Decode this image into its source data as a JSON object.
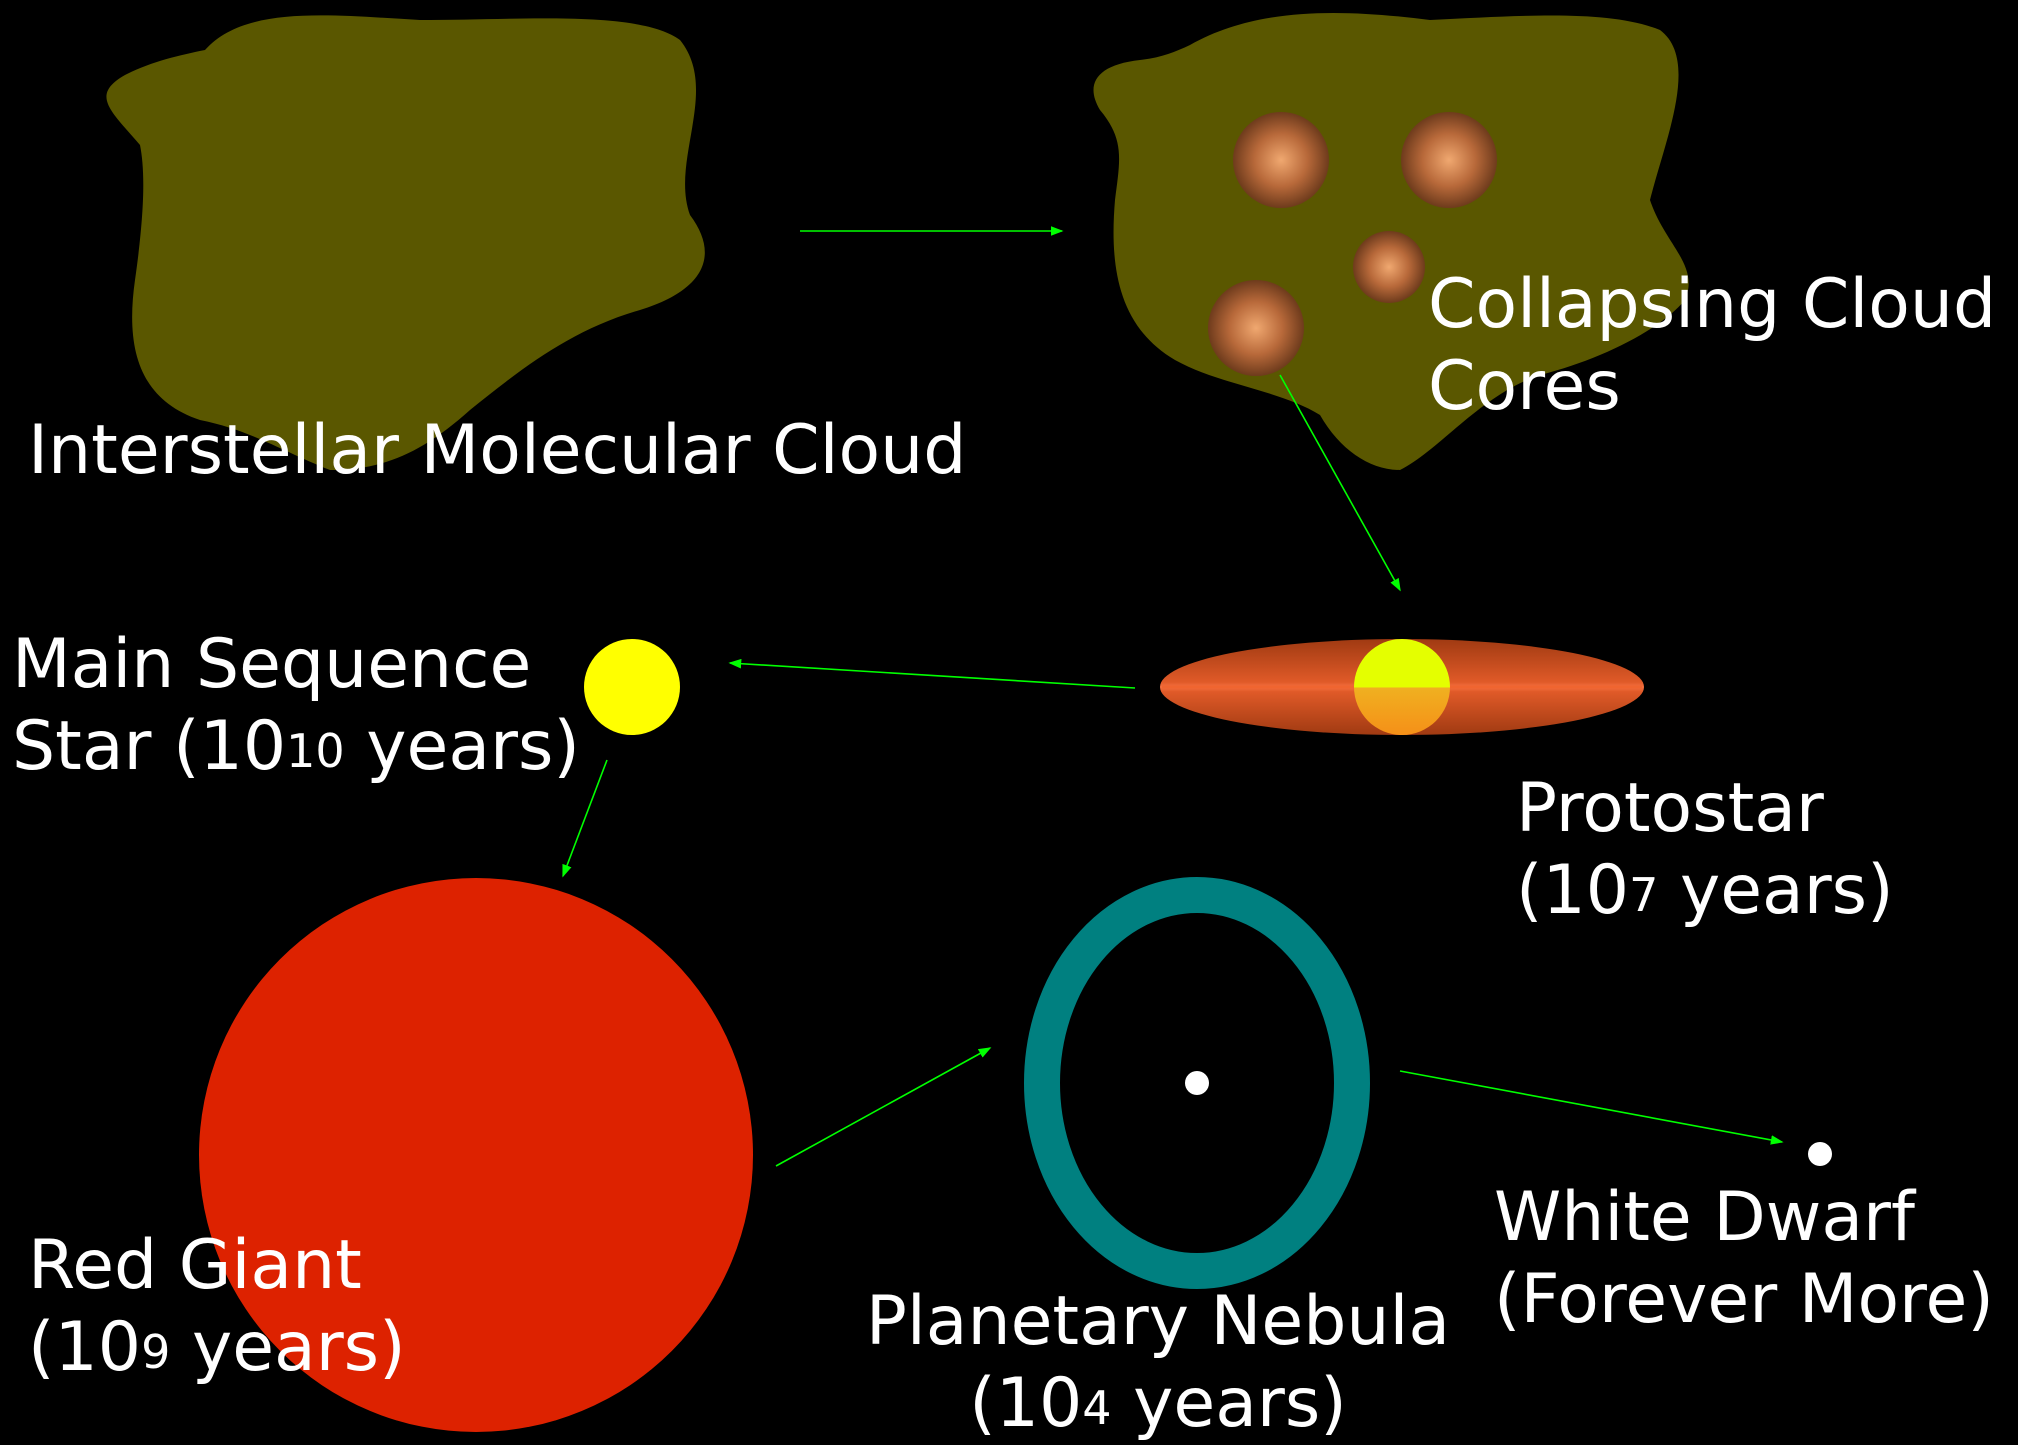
{
  "colors": {
    "background": "#000000",
    "cloud": "#5a5700",
    "arrow": "#00ff00",
    "core_light": "#f0a870",
    "core_dark": "#6e3b1c",
    "protostar_disk": "#b84418",
    "protostar_disk_glow": "#f06530",
    "protostar_core_top": "#e4ff00",
    "protostar_core_bottom": "#f5a020",
    "main_sequence_star": "#ffff00",
    "red_giant": "#dd2200",
    "nebula_ring": "#008080",
    "white_dwarf": "#ffffff",
    "text": "#ffffff"
  },
  "labels": {
    "interstellar_cloud": "Interstellar Molecular Cloud",
    "collapsing_line1": "Collapsing Cloud",
    "collapsing_line2": "Cores",
    "main_sequence_line1": "Main Sequence",
    "main_sequence_line2_prefix": "Star (10",
    "main_sequence_exp": "10",
    "main_sequence_suffix": " years)",
    "protostar_line1": "Protostar",
    "protostar_line2_prefix": "(10",
    "protostar_exp": "7",
    "protostar_suffix": " years)",
    "red_giant_line1": "Red Giant",
    "red_giant_line2_prefix": "(10",
    "red_giant_exp": "9",
    "red_giant_suffix": " years)",
    "nebula_line1": "Planetary Nebula",
    "nebula_line2_prefix": "(10",
    "nebula_exp": "4",
    "nebula_suffix": " years)",
    "white_dwarf_line1": "White Dwarf",
    "white_dwarf_line2": "(Forever More)"
  }
}
